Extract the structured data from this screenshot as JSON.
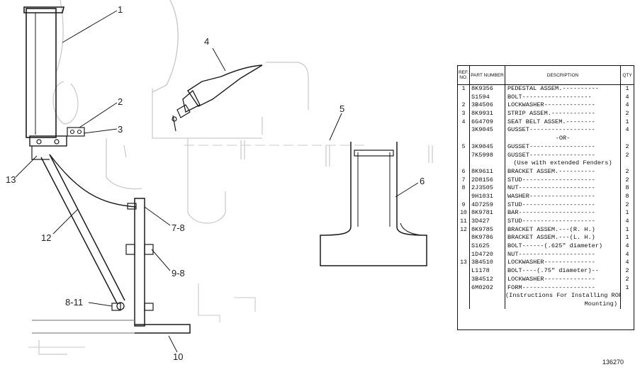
{
  "diagram": {
    "callouts": [
      {
        "id": "c1",
        "text": "1"
      },
      {
        "id": "c2",
        "text": "2"
      },
      {
        "id": "c3",
        "text": "3"
      },
      {
        "id": "c4",
        "text": "4"
      },
      {
        "id": "c5",
        "text": "5"
      },
      {
        "id": "c6",
        "text": "6"
      },
      {
        "id": "c7",
        "text": "7-8"
      },
      {
        "id": "c9",
        "text": "9-8"
      },
      {
        "id": "c8",
        "text": "8-11"
      },
      {
        "id": "c10",
        "text": "10"
      },
      {
        "id": "c12",
        "text": "12"
      },
      {
        "id": "c13",
        "text": "13"
      }
    ],
    "figure_number": "136270"
  },
  "table": {
    "headers": {
      "ref": "REF. NO.",
      "part": "PART NUMBER",
      "desc": "DESCRIPTION",
      "qty": "QTY"
    },
    "rows": [
      {
        "ref": "1",
        "part": "8K9356",
        "desc": "PEDESTAL ASSEM.----------",
        "qty": "1"
      },
      {
        "ref": "",
        "part": "S1594",
        "desc": "BOLT-------------------",
        "qty": "4"
      },
      {
        "ref": "2",
        "part": "3B4506",
        "desc": "LOCKWASHER--------------",
        "qty": "4"
      },
      {
        "ref": "3",
        "part": "8K9931",
        "desc": "STRIP ASSEM.------------",
        "qty": "2"
      },
      {
        "ref": "4",
        "part": "6G4709",
        "desc": "SEAT BELT ASSEM.--------",
        "qty": "1"
      },
      {
        "ref": "",
        "part": "3K9045",
        "desc": "GUSSET------------------",
        "qty": "4"
      },
      {
        "ref": "",
        "part": "",
        "desc": "-OR-",
        "qty": "",
        "style": "center"
      },
      {
        "ref": "5",
        "part": "3K9045",
        "desc": "GUSSET------------------",
        "qty": "2"
      },
      {
        "ref": "",
        "part": "7K5998",
        "desc": "GUSSET------------------",
        "qty": "2"
      },
      {
        "ref": "",
        "part": "",
        "desc": "(Use with extended Fenders)",
        "qty": "",
        "style": "center"
      },
      {
        "ref": "6",
        "part": "8K9611",
        "desc": "BRACKET ASSEM.----------",
        "qty": "2"
      },
      {
        "ref": "7",
        "part": "2D8156",
        "desc": "STUD--------------------",
        "qty": "2"
      },
      {
        "ref": "8",
        "part": "2J3505",
        "desc": "NUT---------------------",
        "qty": "8"
      },
      {
        "ref": "",
        "part": "9H1031",
        "desc": "WASHER------------------",
        "qty": "8"
      },
      {
        "ref": "9",
        "part": "4D7259",
        "desc": "STUD--------------------",
        "qty": "2"
      },
      {
        "ref": "10",
        "part": "8K9781",
        "desc": "BAR---------------------",
        "qty": "1"
      },
      {
        "ref": "11",
        "part": "3D427",
        "desc": "STUD--------------------",
        "qty": "4"
      },
      {
        "ref": "12",
        "part": "8K9785",
        "desc": "BRACKET ASSEM.---(R. H.)",
        "qty": "1"
      },
      {
        "ref": "",
        "part": "8K9786",
        "desc": "BRACKET ASSEM.---(L. H.)",
        "qty": "1"
      },
      {
        "ref": "",
        "part": "S1625",
        "desc": "BOLT------(.625\" diameter)",
        "qty": "4"
      },
      {
        "ref": "",
        "part": "1D4720",
        "desc": "NUT---------------------",
        "qty": "4"
      },
      {
        "ref": "13",
        "part": "3B4510",
        "desc": "LOCKWASHER--------------",
        "qty": "4"
      },
      {
        "ref": "",
        "part": "L1178",
        "desc": "BOLT----(.75\" diameter)--",
        "qty": "2"
      },
      {
        "ref": "",
        "part": "3B4512",
        "desc": "LOCKWASHER--------------",
        "qty": "2"
      },
      {
        "ref": "",
        "part": "6M0202",
        "desc": "FORM--------------------",
        "qty": "1"
      },
      {
        "ref": "",
        "part": "",
        "desc": "(Instructions For Installing ROPS",
        "qty": "",
        "style": "center"
      },
      {
        "ref": "",
        "part": "",
        "desc": "Mounting)",
        "qty": "",
        "style": "right"
      }
    ]
  }
}
